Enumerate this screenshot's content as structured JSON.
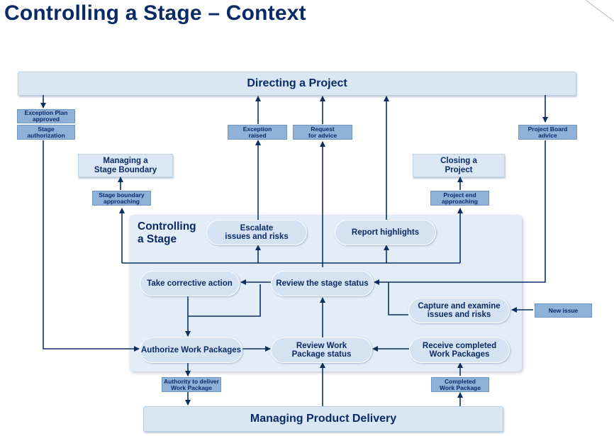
{
  "title": "Controlling a Stage – Context",
  "bands": {
    "directing": "Directing a Project",
    "delivery": "Managing Product Delivery"
  },
  "external_processes": {
    "managing_stage_boundary": [
      "Managing a",
      "Stage Boundary"
    ],
    "closing_project": [
      "Closing a",
      "Project"
    ]
  },
  "panel": {
    "title_line1": "Controlling",
    "title_line2": "a Stage"
  },
  "activities": {
    "escalate": [
      "Escalate",
      "issues and risks"
    ],
    "report_highlights": "Report highlights",
    "take_corrective_action": "Take corrective action",
    "review_stage_status": "Review the stage status",
    "capture_examine": [
      "Capture and examine",
      "issues and risks"
    ],
    "authorize_work_packages": "Authorize Work Packages",
    "review_wp_status": [
      "Review Work",
      "Package status"
    ],
    "receive_completed": [
      "Receive completed",
      "Work Packages"
    ]
  },
  "flows": {
    "exception_plan_approved": [
      "Exception Plan",
      "approved"
    ],
    "stage_authorization": [
      "Stage",
      "authorization"
    ],
    "exception_raised": [
      "Exception",
      "raised"
    ],
    "request_for_advice": [
      "Request",
      "for advice"
    ],
    "project_board_advice": [
      "Project Board",
      "advice"
    ],
    "stage_boundary_approaching": [
      "Stage boundary",
      "approaching"
    ],
    "project_end_approaching": [
      "Project end",
      "approaching"
    ],
    "new_issue": "New issue",
    "authority_to_deliver": [
      "Authority to deliver",
      "Work Package"
    ],
    "completed_work_package": [
      "Completed",
      "Work Package"
    ]
  },
  "colors": {
    "title": "#0a2a66",
    "arrow": "#0d2f60",
    "band_fill": "#d9e6f3",
    "panel_fill": "#e3edf8",
    "flow_fill": "#8fb1d8"
  }
}
